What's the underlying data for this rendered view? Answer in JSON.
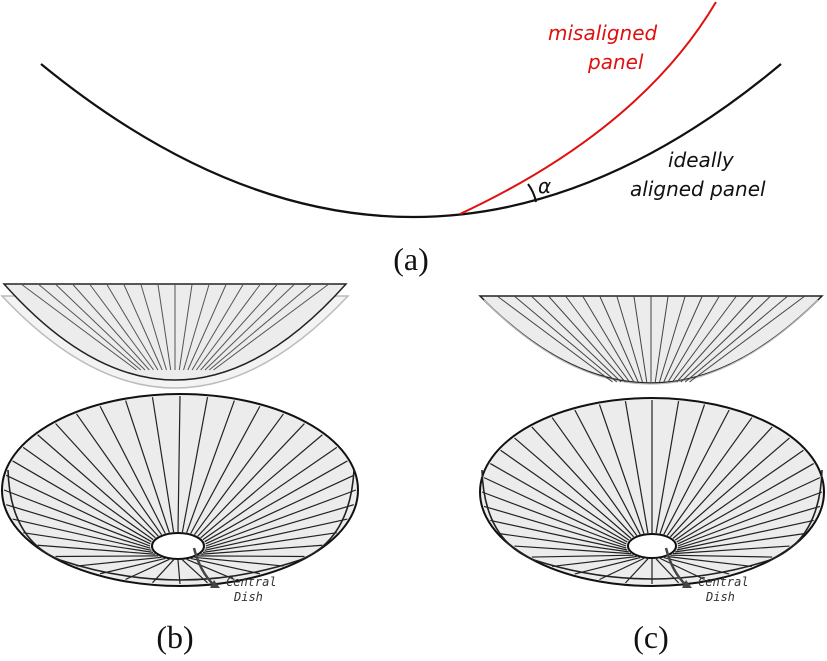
{
  "panel_a": {
    "misaligned_line1": "misaligned",
    "misaligned_line2": "panel",
    "ideal_line1": "ideally",
    "ideal_line2": "aligned panel",
    "angle_symbol": "α",
    "caption": "(a)"
  },
  "panel_b": {
    "caption": "(b)",
    "annotation_line1": "Central",
    "annotation_line2": "Dish"
  },
  "panel_c": {
    "caption": "(c)",
    "annotation_line1": "Central",
    "annotation_line2": "Dish"
  },
  "colors": {
    "ideal_curve": "#111111",
    "misaligned_curve": "#e01010",
    "panel_fill": "#ececec",
    "panel_stroke": "#222222"
  }
}
